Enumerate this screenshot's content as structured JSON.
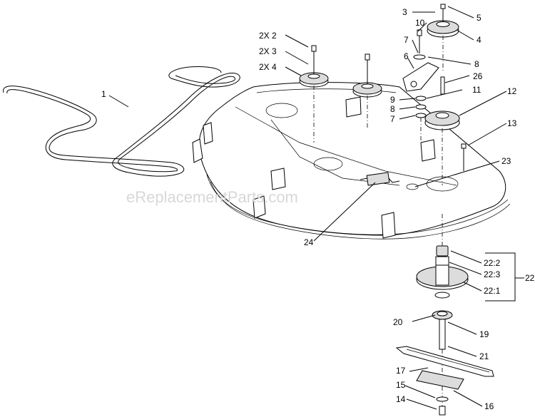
{
  "watermark": "eReplacementParts.com",
  "callouts": {
    "c1": "1",
    "c2": "2X  2",
    "c3": "2X  3",
    "c4": "2X  4",
    "c3b": "3",
    "c4b": "4",
    "c5": "5",
    "c6": "6",
    "c7a": "7",
    "c7b": "7",
    "c8a": "8",
    "c8b": "8",
    "c9": "9",
    "c10": "10",
    "c11": "11",
    "c12": "12",
    "c13": "13",
    "c14": "14",
    "c15": "15",
    "c16": "16",
    "c17": "17",
    "c19": "19",
    "c20": "20",
    "c21": "21",
    "c22": "22",
    "c22_1": "22:1",
    "c22_2": "22:2",
    "c22_3": "22:3",
    "c23": "23",
    "c24": "24",
    "c26": "26"
  }
}
